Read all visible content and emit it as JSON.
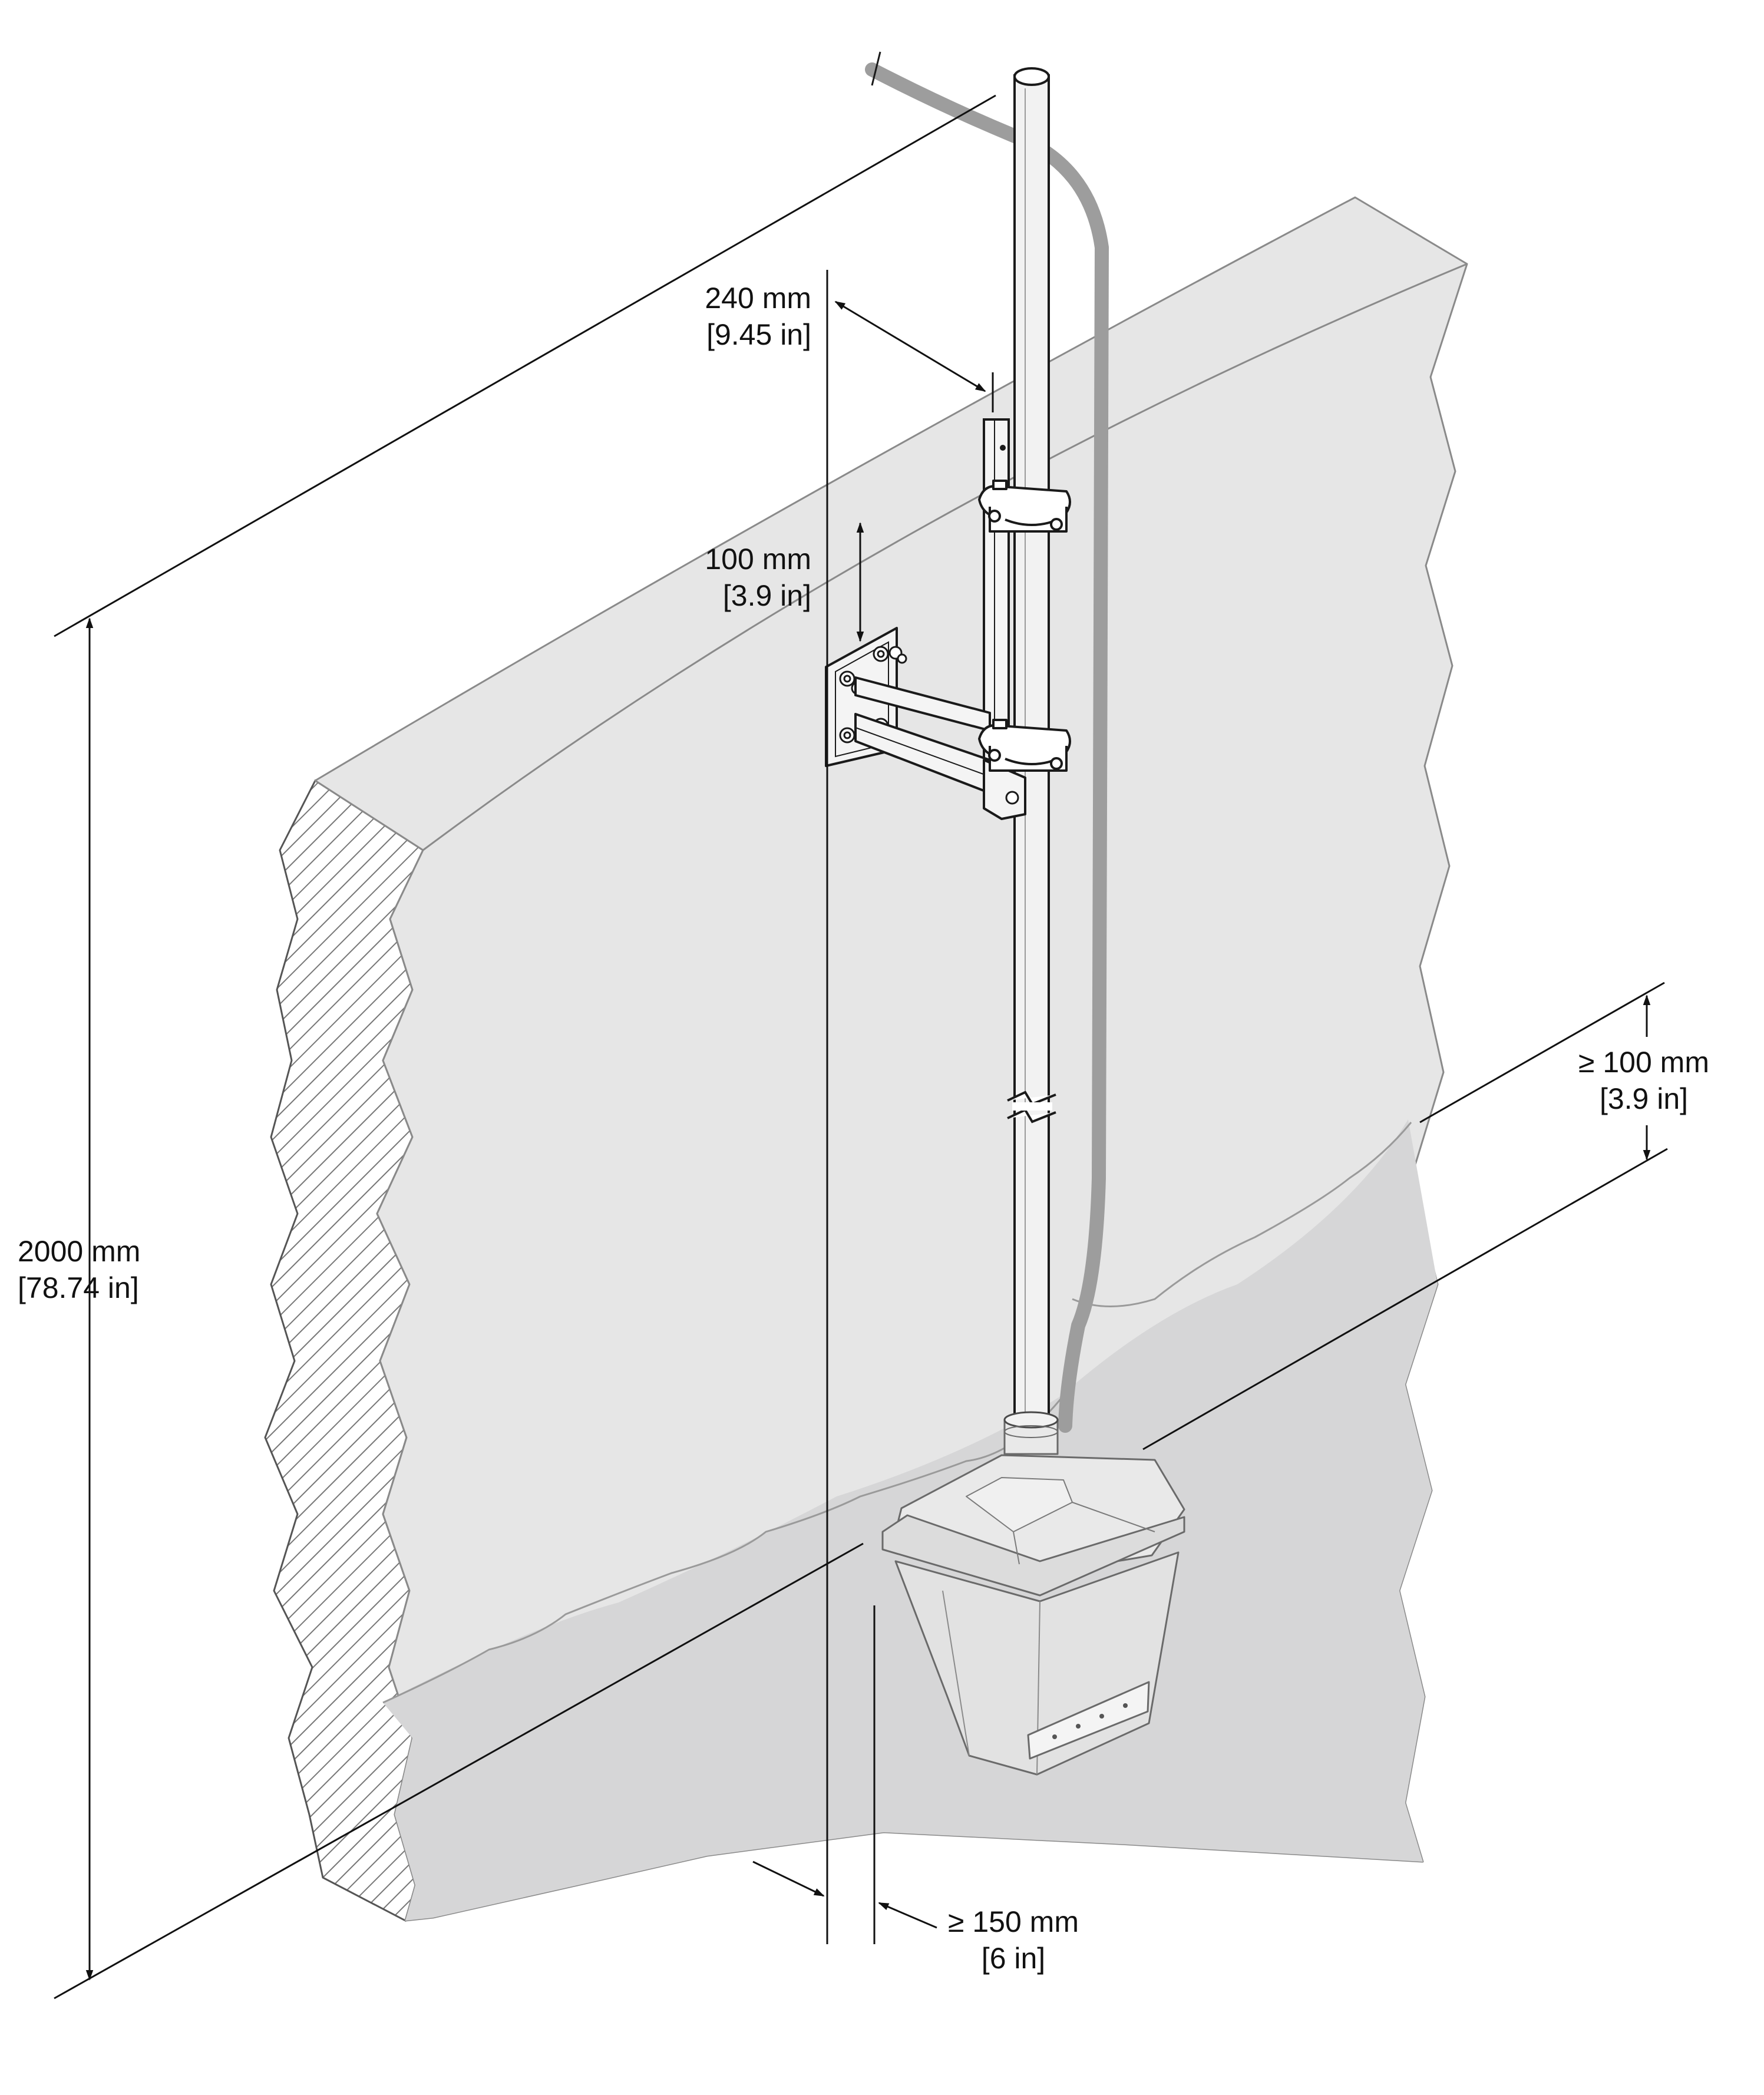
{
  "dimensions": {
    "height_total": {
      "mm": "2000 mm",
      "in": "[78.74 in]"
    },
    "bracket_offset": {
      "mm": "240 mm",
      "in": "[9.45 in]"
    },
    "clamp_spacing": {
      "mm": "100 mm",
      "in": "[3.9 in]"
    },
    "immersion_depth": {
      "mm": "≥ 100 mm",
      "in": "[3.9 in]"
    },
    "bottom_clearance": {
      "mm": "≥ 150 mm",
      "in": "[6 in]"
    }
  },
  "colors": {
    "wall": "#e6e6e6",
    "water": "#d6d6d7",
    "line": "#1a1a1a",
    "cable": "#9d9d9d",
    "hatch": "#777777"
  }
}
